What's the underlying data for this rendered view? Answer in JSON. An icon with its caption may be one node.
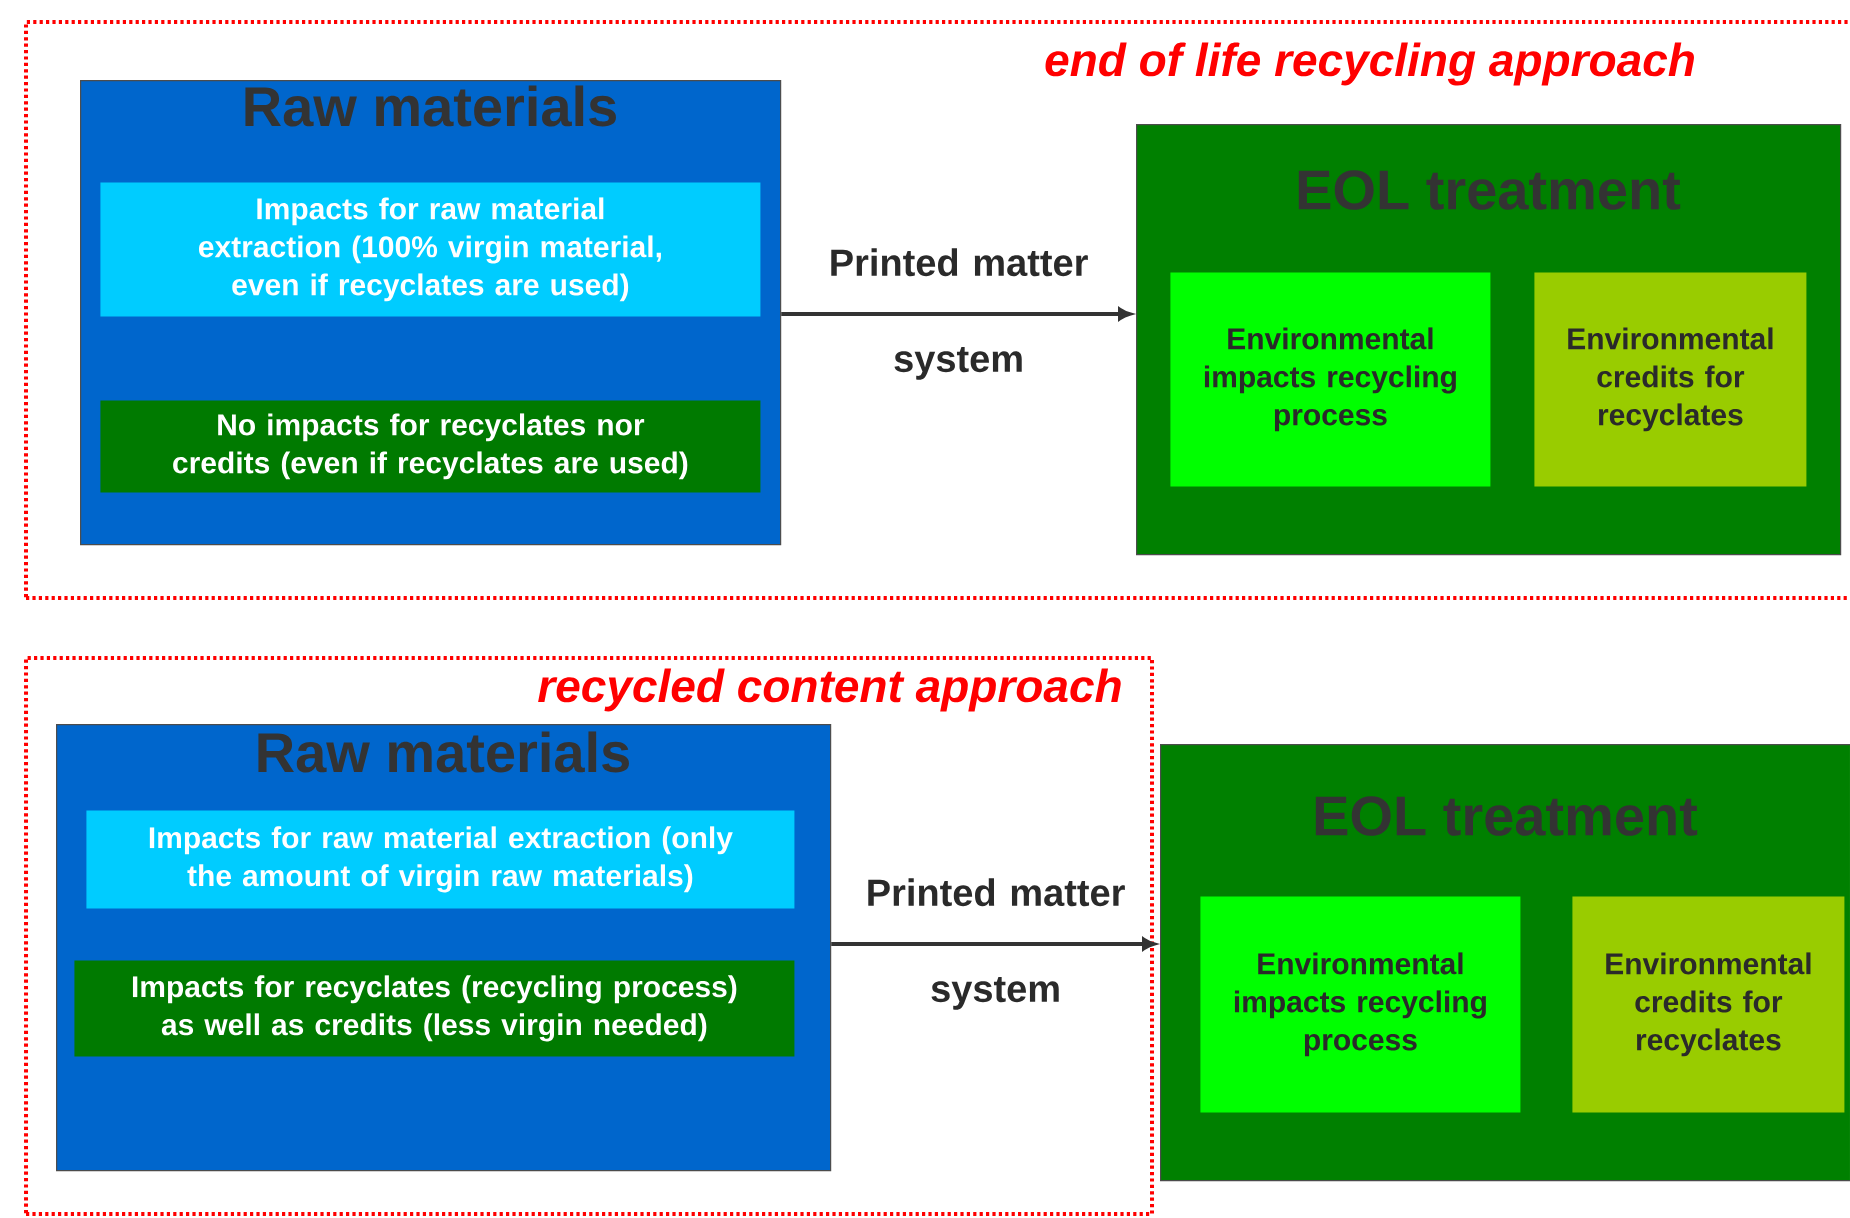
{
  "diagram": {
    "nodes": [
      {
        "text": [
          "end of life recycling approach"
        ]
      },
      {
        "text": [
          "Raw materials"
        ],
        "in": 0
      },
      {
        "text": [
          "Impacts for raw material extraction (100% virgin material, even if recyclates are used)"
        ],
        "in": 1
      },
      {
        "text": [
          "No impacts for recyclates nor credits (even if recyclates are used)"
        ],
        "in": 1
      },
      {
        "text": [
          "EOL treatment"
        ],
        "in": 0
      },
      {
        "text": [
          "Environmental impacts recycling process"
        ],
        "in": 4
      },
      {
        "text": [
          "Environmental credits for recyclates"
        ],
        "in": 4
      },
      {
        "text": [
          "recycled content approach"
        ]
      },
      {
        "text": [
          "Raw materials"
        ],
        "in": 7
      },
      {
        "text": [
          "Impacts for raw material extraction (only the amount of virgin raw materials)"
        ],
        "in": 8
      },
      {
        "text": [
          "Impacts for recyclates (recycling process) as well as credits  (less virgin needed)"
        ],
        "in": 8
      },
      {
        "text": [
          "EOL treatment"
        ]
      },
      {
        "text": [
          "Environmental impacts recycling process"
        ],
        "in": 11
      },
      {
        "text": [
          "Environmental credits for recyclates"
        ],
        "in": 11
      }
    ],
    "edges": [
      {
        "from": 1,
        "to": 4,
        "arrow": "to",
        "label": "Printed matter system"
      },
      {
        "from": 8,
        "to": 11,
        "arrow": "to",
        "label": "Printed matter system"
      }
    ]
  }
}
